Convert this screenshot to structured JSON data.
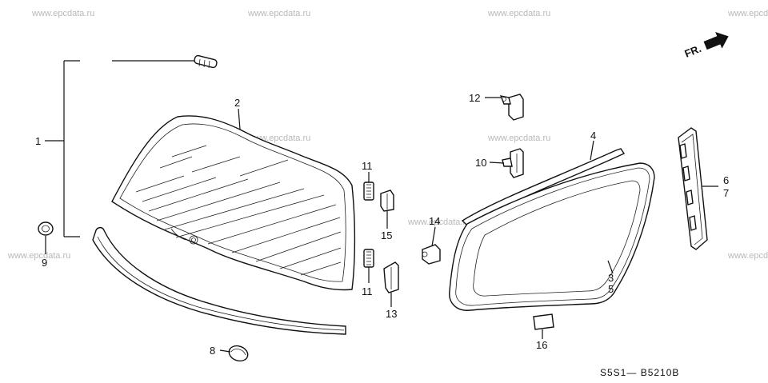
{
  "watermark": "www.epcdata.ru",
  "callouts": {
    "c1": "1",
    "c2": "2",
    "c3": "3",
    "c4": "4",
    "c5": "5",
    "c6": "6",
    "c7": "7",
    "c8": "8",
    "c9": "9",
    "c10": "10",
    "c11a": "11",
    "c11b": "11",
    "c12": "12",
    "c13": "13",
    "c14": "14",
    "c15": "15",
    "c16": "16"
  },
  "front_indicator": "FR.",
  "diagram_code": "S5S1— B5210B"
}
